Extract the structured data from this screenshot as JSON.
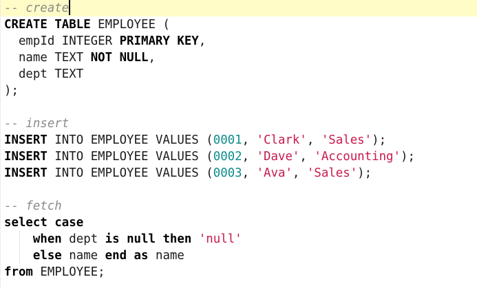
{
  "editor": {
    "language": "sql",
    "active_line": 0,
    "cursor": {
      "line": 1,
      "column": 10
    },
    "colors": {
      "active_line_bg": "#fffcc8",
      "keyword": "#000000",
      "identifier": "#1a1a1a",
      "number": "#0e8c8c",
      "string": "#c8194a",
      "comment": "#8a8a8a"
    },
    "lines": [
      {
        "tokens": [
          {
            "t": "cmt",
            "v": "-- create"
          }
        ]
      },
      {
        "tokens": [
          {
            "t": "kw",
            "v": "CREATE"
          },
          {
            "t": "punc",
            "v": " "
          },
          {
            "t": "kw",
            "v": "TABLE"
          },
          {
            "t": "punc",
            "v": " "
          },
          {
            "t": "id",
            "v": "EMPLOYEE"
          },
          {
            "t": "punc",
            "v": " ("
          }
        ]
      },
      {
        "tokens": [
          {
            "t": "punc",
            "v": "  "
          },
          {
            "t": "id",
            "v": "empId"
          },
          {
            "t": "punc",
            "v": " "
          },
          {
            "t": "id",
            "v": "INTEGER"
          },
          {
            "t": "punc",
            "v": " "
          },
          {
            "t": "kw",
            "v": "PRIMARY"
          },
          {
            "t": "punc",
            "v": " "
          },
          {
            "t": "kw",
            "v": "KEY"
          },
          {
            "t": "punc",
            "v": ","
          }
        ]
      },
      {
        "tokens": [
          {
            "t": "punc",
            "v": "  "
          },
          {
            "t": "id",
            "v": "name"
          },
          {
            "t": "punc",
            "v": " "
          },
          {
            "t": "id",
            "v": "TEXT"
          },
          {
            "t": "punc",
            "v": " "
          },
          {
            "t": "kw",
            "v": "NOT"
          },
          {
            "t": "punc",
            "v": " "
          },
          {
            "t": "kw",
            "v": "NULL"
          },
          {
            "t": "punc",
            "v": ","
          }
        ]
      },
      {
        "tokens": [
          {
            "t": "punc",
            "v": "  "
          },
          {
            "t": "id",
            "v": "dept"
          },
          {
            "t": "punc",
            "v": " "
          },
          {
            "t": "id",
            "v": "TEXT"
          }
        ]
      },
      {
        "tokens": [
          {
            "t": "punc",
            "v": ");"
          }
        ]
      },
      {
        "tokens": []
      },
      {
        "tokens": [
          {
            "t": "cmt",
            "v": "-- insert"
          }
        ]
      },
      {
        "tokens": [
          {
            "t": "kw",
            "v": "INSERT"
          },
          {
            "t": "punc",
            "v": " "
          },
          {
            "t": "id",
            "v": "INTO"
          },
          {
            "t": "punc",
            "v": " "
          },
          {
            "t": "id",
            "v": "EMPLOYEE"
          },
          {
            "t": "punc",
            "v": " "
          },
          {
            "t": "id",
            "v": "VALUES"
          },
          {
            "t": "punc",
            "v": " ("
          },
          {
            "t": "num",
            "v": "0001"
          },
          {
            "t": "punc",
            "v": ", "
          },
          {
            "t": "str",
            "v": "'Clark'"
          },
          {
            "t": "punc",
            "v": ", "
          },
          {
            "t": "str",
            "v": "'Sales'"
          },
          {
            "t": "punc",
            "v": ");"
          }
        ]
      },
      {
        "tokens": [
          {
            "t": "kw",
            "v": "INSERT"
          },
          {
            "t": "punc",
            "v": " "
          },
          {
            "t": "id",
            "v": "INTO"
          },
          {
            "t": "punc",
            "v": " "
          },
          {
            "t": "id",
            "v": "EMPLOYEE"
          },
          {
            "t": "punc",
            "v": " "
          },
          {
            "t": "id",
            "v": "VALUES"
          },
          {
            "t": "punc",
            "v": " ("
          },
          {
            "t": "num",
            "v": "0002"
          },
          {
            "t": "punc",
            "v": ", "
          },
          {
            "t": "str",
            "v": "'Dave'"
          },
          {
            "t": "punc",
            "v": ", "
          },
          {
            "t": "str",
            "v": "'Accounting'"
          },
          {
            "t": "punc",
            "v": ");"
          }
        ]
      },
      {
        "tokens": [
          {
            "t": "kw",
            "v": "INSERT"
          },
          {
            "t": "punc",
            "v": " "
          },
          {
            "t": "id",
            "v": "INTO"
          },
          {
            "t": "punc",
            "v": " "
          },
          {
            "t": "id",
            "v": "EMPLOYEE"
          },
          {
            "t": "punc",
            "v": " "
          },
          {
            "t": "id",
            "v": "VALUES"
          },
          {
            "t": "punc",
            "v": " ("
          },
          {
            "t": "num",
            "v": "0003"
          },
          {
            "t": "punc",
            "v": ", "
          },
          {
            "t": "str",
            "v": "'Ava'"
          },
          {
            "t": "punc",
            "v": ", "
          },
          {
            "t": "str",
            "v": "'Sales'"
          },
          {
            "t": "punc",
            "v": ");"
          }
        ]
      },
      {
        "tokens": []
      },
      {
        "tokens": [
          {
            "t": "cmt",
            "v": "-- fetch"
          }
        ]
      },
      {
        "tokens": [
          {
            "t": "kw",
            "v": "select"
          },
          {
            "t": "punc",
            "v": " "
          },
          {
            "t": "kw",
            "v": "case"
          }
        ]
      },
      {
        "tokens": [
          {
            "t": "punc",
            "v": "    "
          },
          {
            "t": "kw",
            "v": "when"
          },
          {
            "t": "punc",
            "v": " "
          },
          {
            "t": "id",
            "v": "dept"
          },
          {
            "t": "punc",
            "v": " "
          },
          {
            "t": "kw",
            "v": "is"
          },
          {
            "t": "punc",
            "v": " "
          },
          {
            "t": "kw",
            "v": "null"
          },
          {
            "t": "punc",
            "v": " "
          },
          {
            "t": "kw",
            "v": "then"
          },
          {
            "t": "punc",
            "v": " "
          },
          {
            "t": "str",
            "v": "'null'"
          }
        ]
      },
      {
        "tokens": [
          {
            "t": "punc",
            "v": "    "
          },
          {
            "t": "kw",
            "v": "else"
          },
          {
            "t": "punc",
            "v": " "
          },
          {
            "t": "id",
            "v": "name"
          },
          {
            "t": "punc",
            "v": " "
          },
          {
            "t": "kw",
            "v": "end"
          },
          {
            "t": "punc",
            "v": " "
          },
          {
            "t": "kw",
            "v": "as"
          },
          {
            "t": "punc",
            "v": " "
          },
          {
            "t": "id",
            "v": "name"
          }
        ]
      },
      {
        "tokens": [
          {
            "t": "kw",
            "v": "from"
          },
          {
            "t": "punc",
            "v": " "
          },
          {
            "t": "id",
            "v": "EMPLOYEE"
          },
          {
            "t": "punc",
            "v": ";"
          }
        ]
      }
    ],
    "indent_guides": [
      {
        "from_line": 14,
        "to_line": 15
      }
    ]
  }
}
